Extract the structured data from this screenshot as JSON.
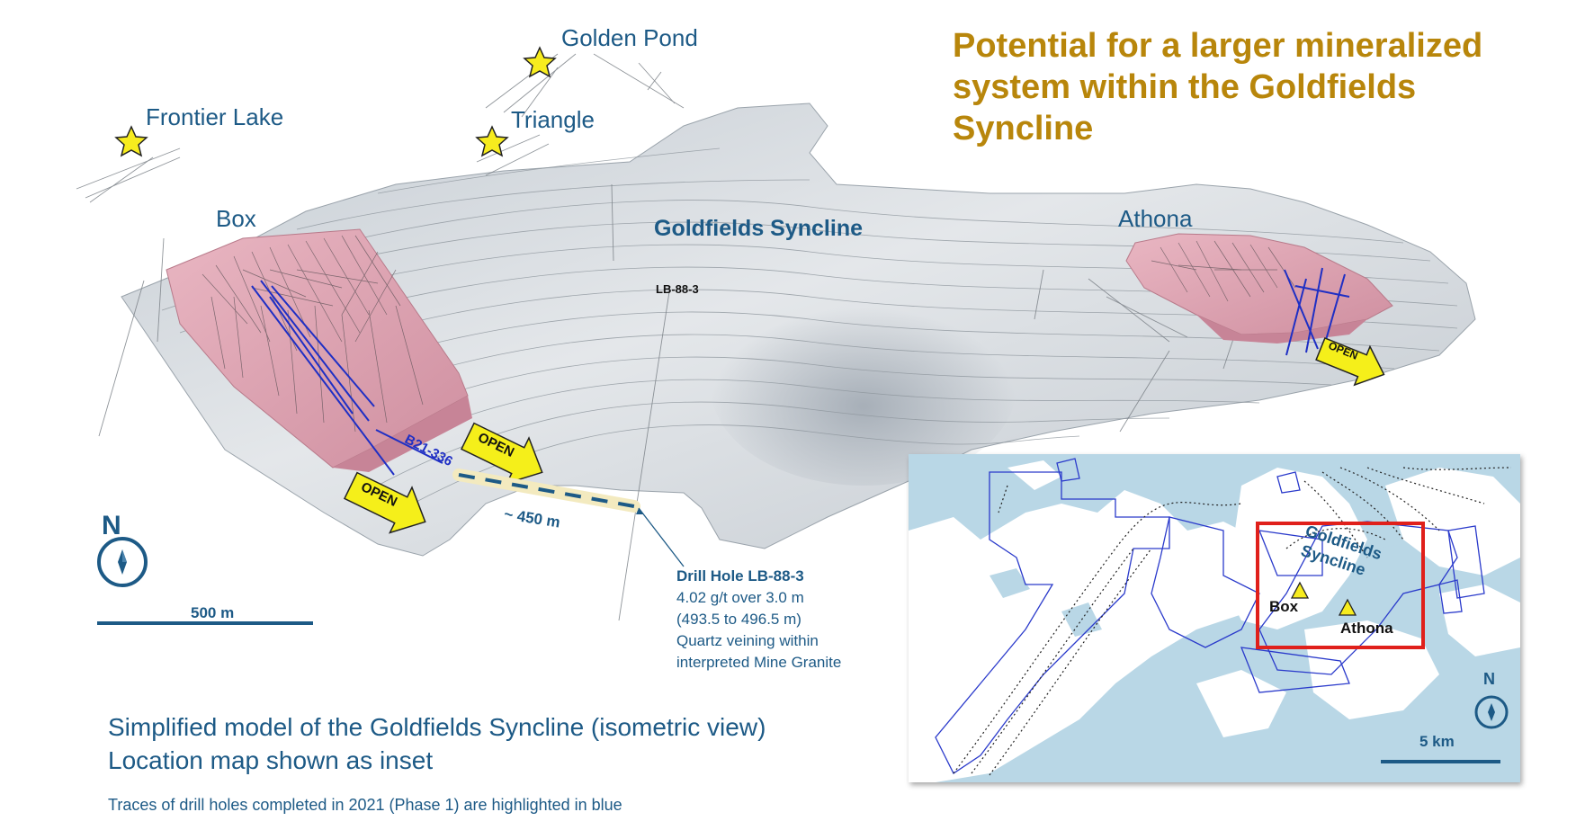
{
  "headline": "Potential for a larger mineralized system within the Goldfields Syncline",
  "places": {
    "golden_pond": "Golden Pond",
    "frontier_lake": "Frontier Lake",
    "triangle": "Triangle",
    "box": "Box",
    "athona": "Athona"
  },
  "syncline_label": "Goldfields Syncline",
  "hole_label": "LB-88-3",
  "blue_hole_label": "B21-336",
  "open_label": "OPEN",
  "distance_label": "~ 450 m",
  "drill_hole": {
    "title": "Drill Hole LB-88-3",
    "line1": "4.02 g/t over 3.0 m",
    "line2": "(493.5 to 496.5 m)",
    "line3": "Quartz veining within",
    "line4": "interpreted Mine Granite"
  },
  "north_label": "N",
  "scale_label": "500 m",
  "caption": {
    "line1": "Simplified model of the Goldfields Syncline (isometric view)",
    "line2": "Location map shown as inset",
    "note": "Traces of drill holes completed in 2021 (Phase 1) are highlighted in blue"
  },
  "inset": {
    "syncline_label_1": "Goldfields",
    "syncline_label_2": "Syncline",
    "box_label": "Box",
    "athona_label": "Athona",
    "north_label": "N",
    "scale_label": "5 km"
  },
  "colors": {
    "headline": "#b8860b",
    "label_blue": "#1d5a86",
    "syncline_surface": "#d4d9de",
    "ore_body": "#e3a6b4",
    "open_arrow": "#f5ef1a",
    "drill_trace_2021": "#1f2fc4",
    "inset_water": "#b9d7e6",
    "inset_highlight": "#e0201b"
  },
  "icons": [
    "star-icon",
    "north-arrow-icon",
    "open-arrow-icon",
    "triangle-marker-icon"
  ]
}
